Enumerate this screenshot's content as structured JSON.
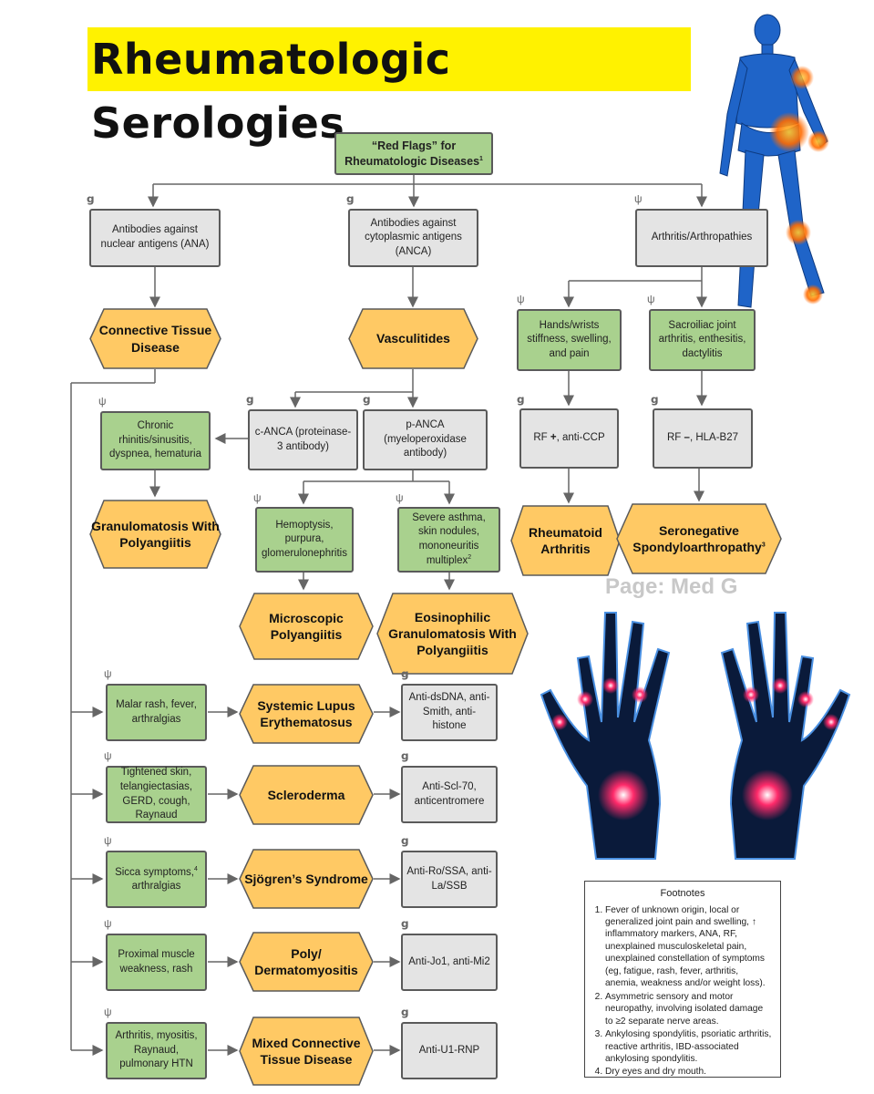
{
  "title": "Rheumatologic Serologies",
  "root": "“Red Flags” for Rheumatologic Diseases",
  "root_sup": "1",
  "level1": {
    "ana": "Antibodies against nuclear antigens (ANA)",
    "anca": "Antibodies against cytoplasmic antigens (ANCA)",
    "arthritis": "Arthritis/Arthropathies"
  },
  "diagnoses": {
    "ctd": "Connective Tissue Disease",
    "vasculitides": "Vasculitides",
    "gpa": "Granulomatosis With Polyangiitis",
    "mpa": "Microscopic Polyangiitis",
    "egpa": "Eosinophilic Granulomatosis With Polyangiitis",
    "ra": "Rheumatoid Arthritis",
    "seroneg": "Seronegative Spondyloarthropathy",
    "seroneg_sup": "3",
    "sle": "Systemic Lupus Erythematosus",
    "scleroderma": "Scleroderma",
    "sjogren": "Sjögren’s Syndrome",
    "polydm": "Poly/ Dermatomyositis",
    "mctd": "Mixed Connective Tissue Disease"
  },
  "tests": {
    "canca": "c-ANCA (proteinase-3 antibody)",
    "panca": "p-ANCA (myeloperoxidase antibody)",
    "rf_pos_a": "RF ",
    "rf_pos_b": "+",
    "rf_pos_c": ", anti-CCP",
    "rf_neg_a": "RF ",
    "rf_neg_b": "–",
    "rf_neg_c": ", HLA-B27",
    "sle": "Anti-dsDNA, anti-Smith, anti-histone",
    "scleroderma": "Anti-Scl-70, anticentromere",
    "sjogren": "Anti-Ro/SSA, anti-La/SSB",
    "polydm": "Anti-Jo1, anti-Mi2",
    "mctd": "Anti-U1-RNP"
  },
  "symptoms": {
    "chronic": "Chronic rhinitis/sinusitis, dyspnea, hematuria",
    "hands": "Hands/wrists stiffness, swelling, and pain",
    "sacro": "Sacroiliac joint arthritis, enthesitis, dactylitis",
    "hemoptysis": "Hemoptysis, purpura, glomerulonephritis",
    "asthma": "Severe asthma, skin nodules, mononeuritis multiplex",
    "asthma_sup": "2",
    "malar": "Malar rash, fever, arthralgias",
    "tightened": "Tightened skin, telangiectasias, GERD, cough, Raynaud",
    "sicca": "Sicca symptoms,",
    "sicca_sup": "4",
    "sicca_b": "arthralgias",
    "proximal": "Proximal muscle weakness, rash",
    "mctd": "Arthritis, myositis, Raynaud, pulmonary HTN"
  },
  "watermark": "Page: Med G",
  "footnotes": {
    "heading": "Footnotes",
    "items": [
      "Fever of unknown origin, local or generalized joint pain and swelling, ↑ inflammatory markers, ANA, RF, unexplained musculoskeletal pain, unexplained constellation of symptoms (eg, fatigue, rash, fever, arthritis, anemia, weakness and/or weight loss).",
      "Asymmetric sensory and motor neuropathy, involving isolated damage to ≥2 separate nerve areas.",
      "Ankylosing spondylitis, psoriatic arthritis, reactive arthritis, IBD-associated ankylosing spondylitis.",
      "Dry eyes and dry mouth."
    ]
  },
  "colors": {
    "title_bg": "#fff200",
    "grey_box": "#e4e4e4",
    "green_box": "#a9d18e",
    "hexagon": "#ffc964",
    "connector": "#666666"
  },
  "icons": [
    "test-tube-icon",
    "stethoscope-icon",
    "human-skeleton-image",
    "hands-xray-image"
  ]
}
